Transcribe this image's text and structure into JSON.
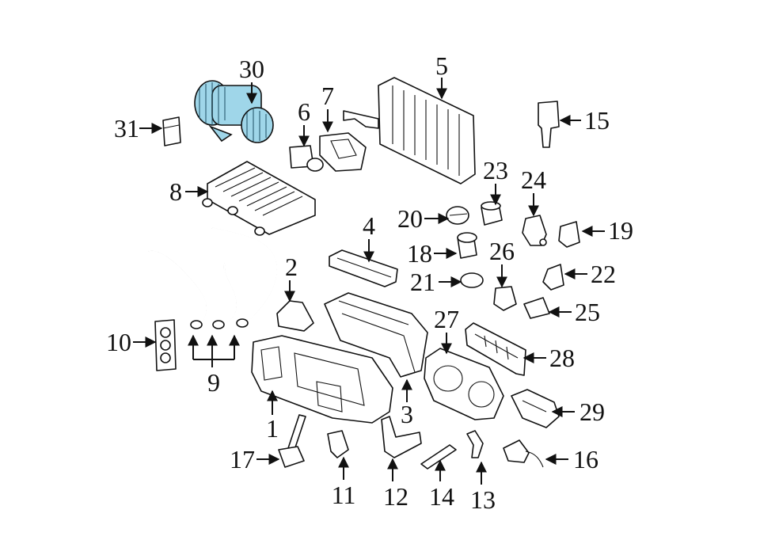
{
  "highlight_color": "#9fd6e9",
  "line_color": "#111111",
  "callouts": [
    "30",
    "5",
    "7",
    "6",
    "31",
    "15",
    "8",
    "23",
    "24",
    "20",
    "19",
    "4",
    "18",
    "26",
    "2",
    "22",
    "21",
    "25",
    "10",
    "27",
    "28",
    "9",
    "29",
    "3",
    "1",
    "17",
    "16",
    "11",
    "12",
    "14",
    "13"
  ],
  "highlighted_part": "30"
}
